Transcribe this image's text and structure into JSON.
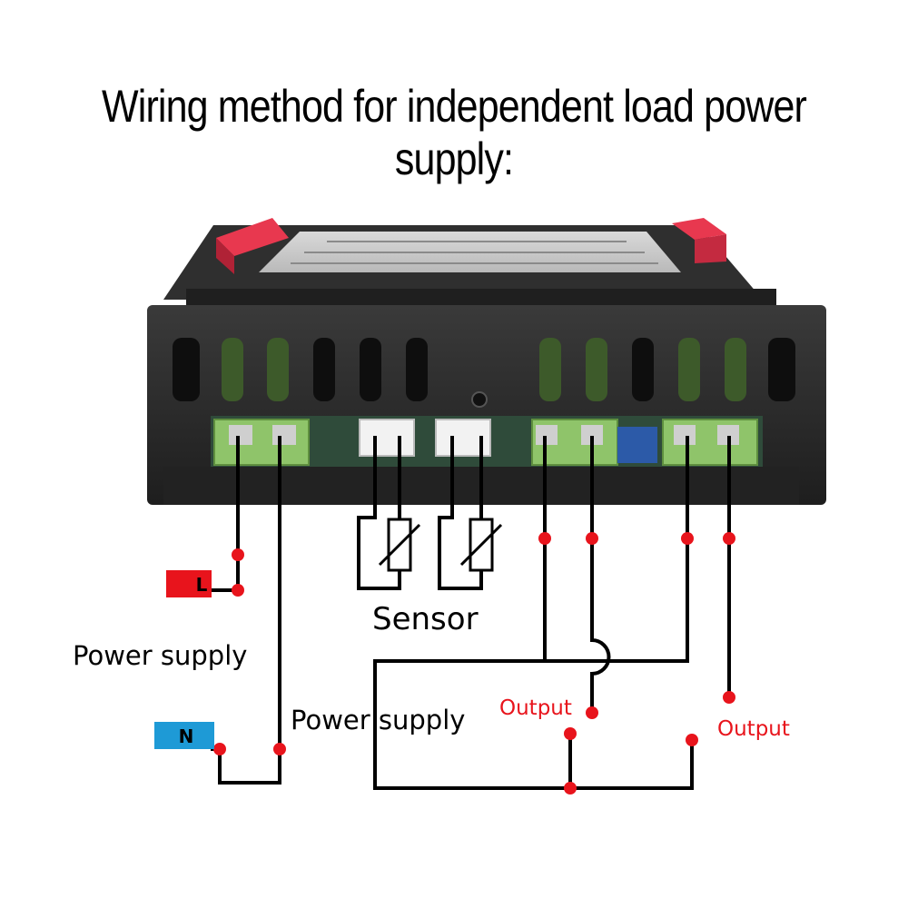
{
  "title": "Wiring method for independent load power supply:",
  "labels": {
    "l_terminal": "L",
    "n_terminal": "N",
    "power_supply_left": "Power supply",
    "sensor": "Sensor",
    "power_supply_center": "Power supply",
    "output_1": "Output",
    "output_2": "Output"
  },
  "colors": {
    "wire": "#000000",
    "node": "#e8141c",
    "l_tag": "#e8141c",
    "n_tag": "#1e9ad6",
    "output_text": "#e8141c",
    "device_body": "#2b2b2b",
    "terminal_block": "#8fc46a",
    "latch": "#e8384f"
  }
}
